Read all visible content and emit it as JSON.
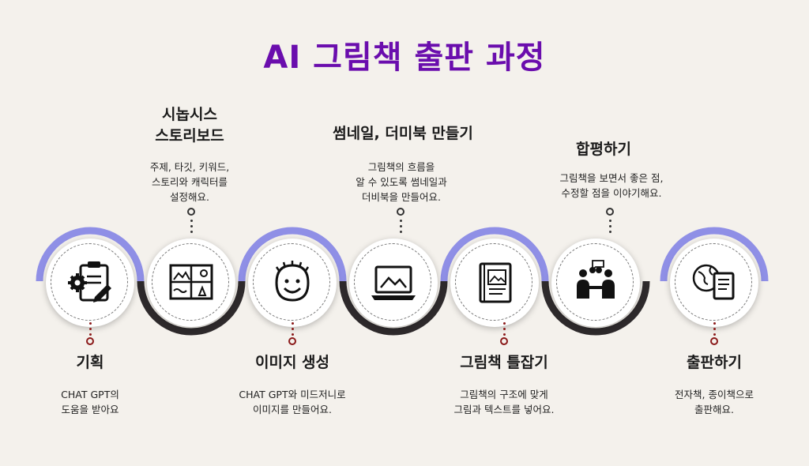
{
  "title": "AI 그림책 출판 과정",
  "steps": [
    {
      "title": "기획",
      "desc": [
        "CHAT GPT의",
        "도움을 받아요"
      ],
      "icon": "gear-clipboard-icon"
    },
    {
      "title": [
        "시놉시스",
        "스토리보드"
      ],
      "desc": [
        "주제, 타깃, 키워드,",
        "스토리와 캐릭터를",
        "설정해요."
      ],
      "icon": "storyboard-icon"
    },
    {
      "title": "이미지 생성",
      "desc": [
        "CHAT GPT와 미드저니로",
        "이미지를 만들어요."
      ],
      "icon": "smiley-face-icon"
    },
    {
      "title": "썸네일, 더미북 만들기",
      "desc": [
        "그림책의 흐름을",
        "알 수 있도록 썸네일과",
        "더비북을 만들어요."
      ],
      "icon": "laptop-image-icon"
    },
    {
      "title": "그림책 틀잡기",
      "desc": [
        "그림책의 구조에 맞게",
        "그림과 텍스트를 넣어요."
      ],
      "icon": "picture-book-icon"
    },
    {
      "title": "합평하기",
      "desc": [
        "그림책을 보면서 좋은 점,",
        "수정할 점을 이야기해요."
      ],
      "icon": "meeting-people-icon"
    },
    {
      "title": "출판하기",
      "desc": [
        "전자책, 종이책으로",
        "출판해요."
      ],
      "icon": "globe-book-icon"
    }
  ],
  "colors": {
    "title": "#6a0dad",
    "lavender": "#8f8fe6",
    "dark": "#2e2a2c",
    "pin_red": "#8b1a1a"
  }
}
